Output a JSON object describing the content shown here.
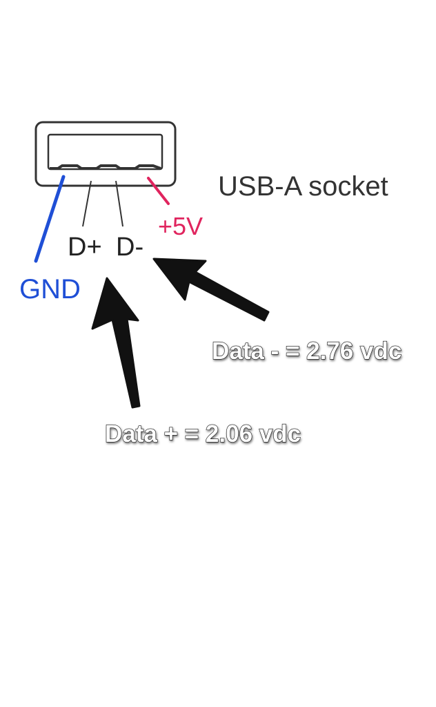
{
  "diagram": {
    "title": "USB-A socket",
    "pins": {
      "gnd": "GND",
      "dplus": "D+",
      "dminus": "D-",
      "vbus": "+5V"
    },
    "annotations": {
      "data_minus": "Data - = 2.76 vdc",
      "data_plus": "Data + = 2.06 vdc"
    },
    "colors": {
      "gnd": "#1f4fd6",
      "vbus": "#e0245e",
      "data": "#333333",
      "arrow": "#111111",
      "text": "#222222"
    }
  }
}
